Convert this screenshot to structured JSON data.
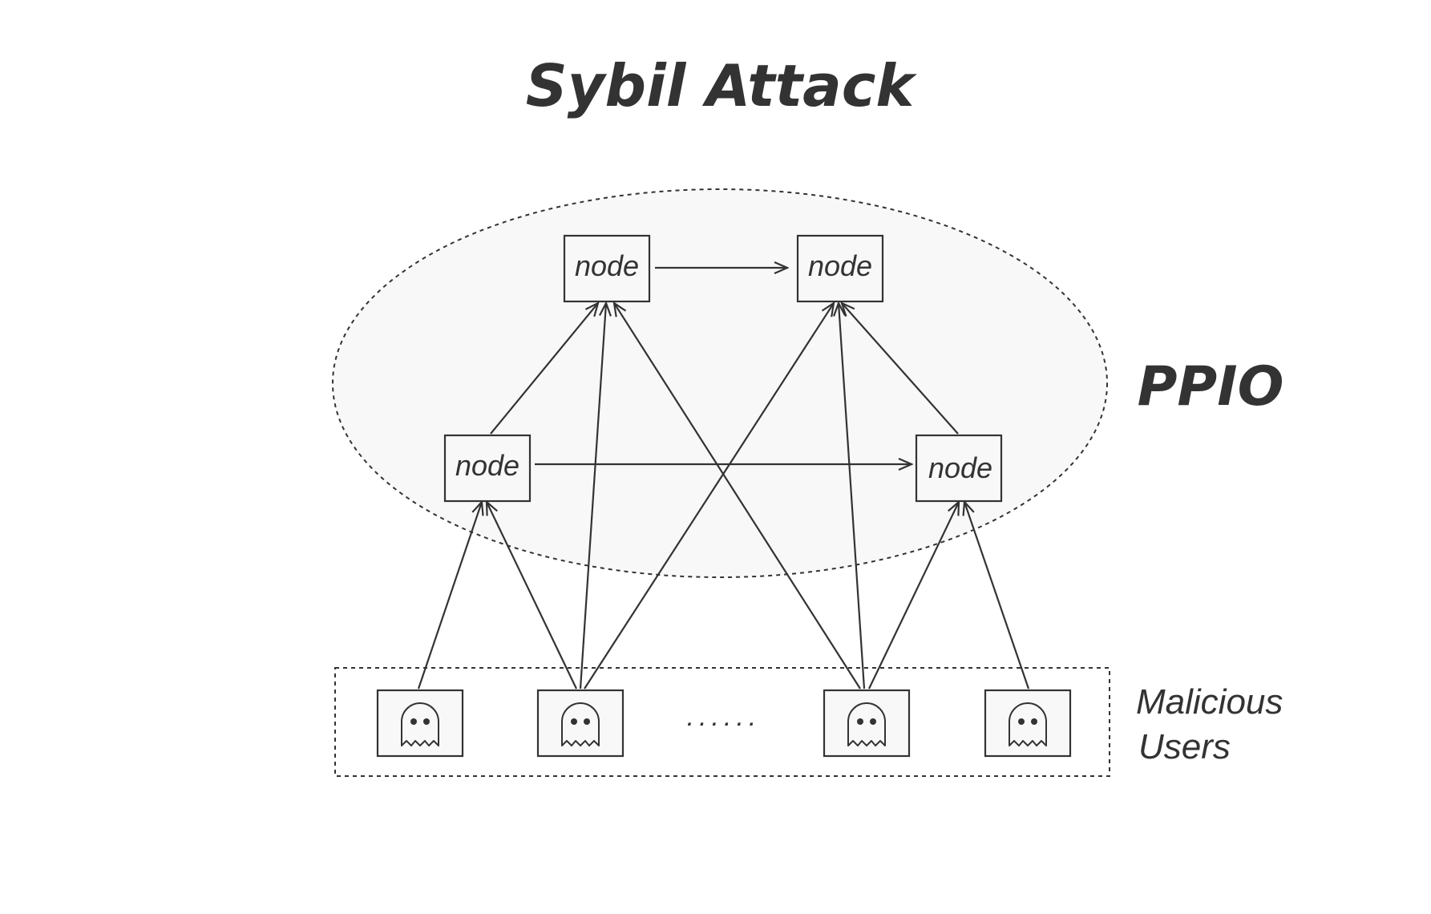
{
  "title": "Sybil Attack",
  "network": {
    "label": "PPIO",
    "node_label": "node",
    "nodes": [
      "node",
      "node",
      "node",
      "node"
    ]
  },
  "users": {
    "label_line1": "Malicious",
    "label_line2": "Users",
    "ellipsis": "......",
    "icon": "ghost-icon",
    "count_shown": 4
  },
  "colors": {
    "ink": "#333333",
    "region_fill": "#f8f8f8",
    "background": "#ffffff"
  }
}
